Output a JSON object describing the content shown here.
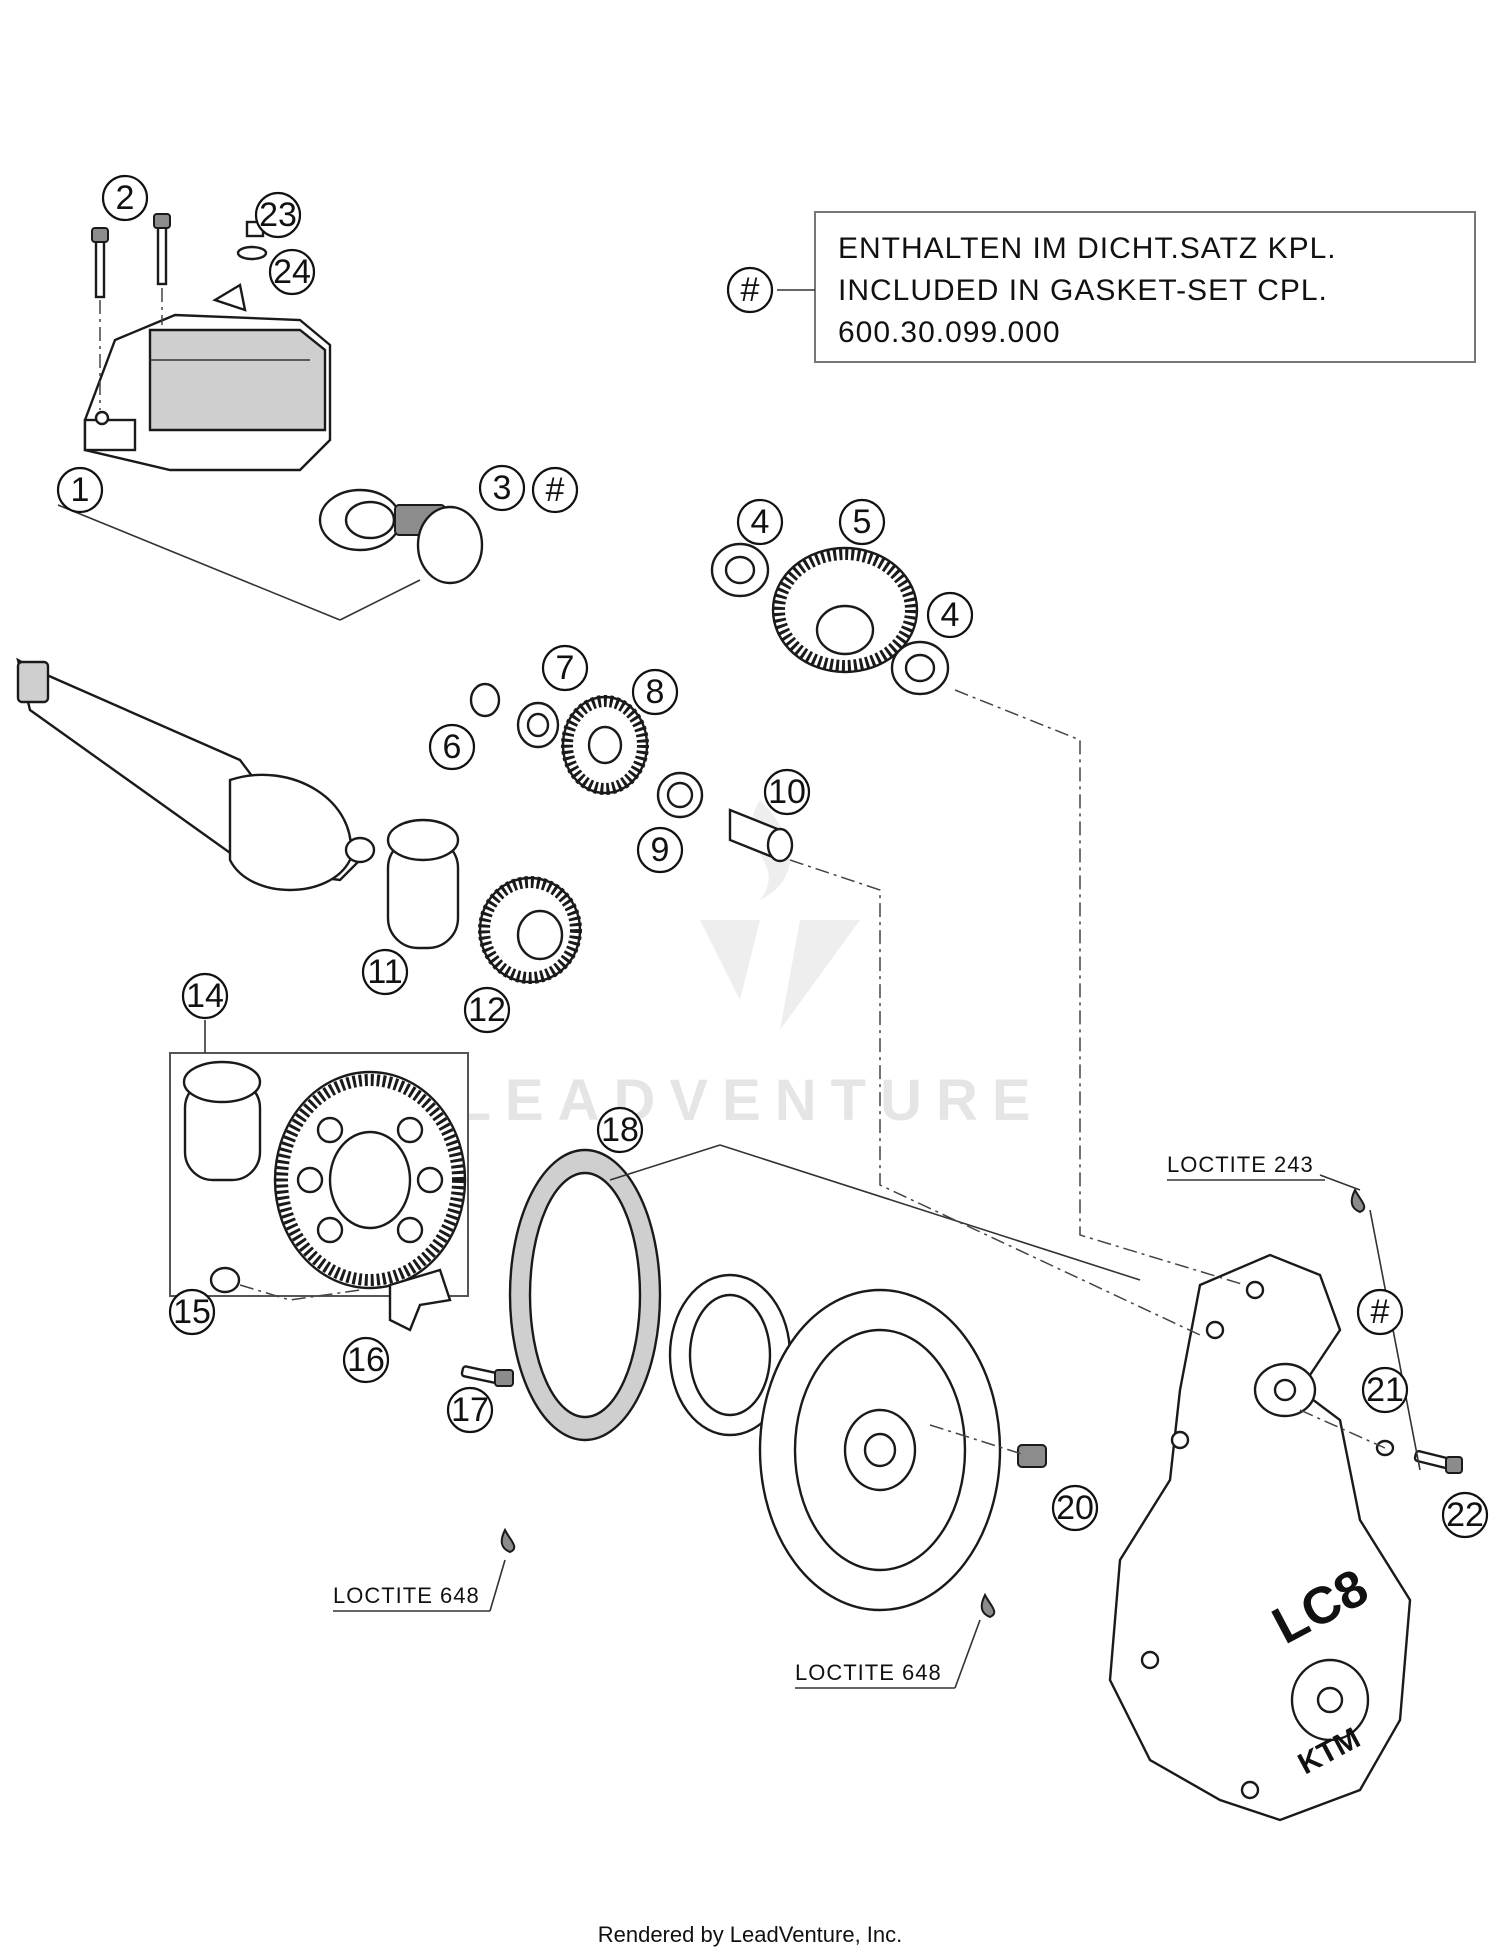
{
  "callouts": {
    "c1": "1",
    "c2": "2",
    "c3": "3",
    "c4a": "4",
    "c4b": "4",
    "c5": "5",
    "c6": "6",
    "c7": "7",
    "c8": "8",
    "c9": "9",
    "c10": "10",
    "c11": "11",
    "c12": "12",
    "c14": "14",
    "c15": "15",
    "c16": "16",
    "c17": "17",
    "c18": "18",
    "c20": "20",
    "c21": "21",
    "c22": "22",
    "c23": "23",
    "c24": "24"
  },
  "gasket_marker": "#",
  "note": {
    "line1": "ENTHALTEN IM DICHT.SATZ KPL.",
    "line2": "INCLUDED IN GASKET-SET CPL.",
    "line3": "600.30.099.000"
  },
  "loctite": {
    "top_right": "LOCTITE 243",
    "left": "LOCTITE 648",
    "bottom": "LOCTITE 648"
  },
  "cover_logo": "LC8",
  "cover_brand": "KTM",
  "watermark": "LEADVENTURE",
  "footer": "Rendered by LeadVenture, Inc."
}
